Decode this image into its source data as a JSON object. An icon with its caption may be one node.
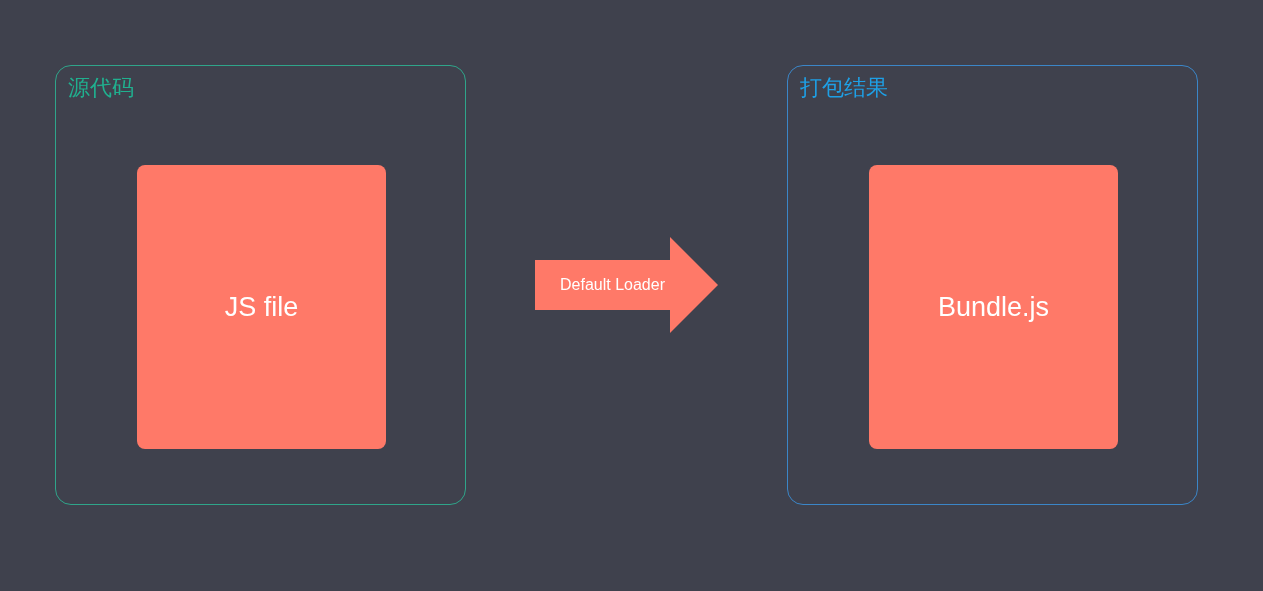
{
  "diagram": {
    "nodes": [
      {
        "text": [
          "源代码"
        ]
      },
      {
        "text": [
          "JS file"
        ],
        "in": 0
      },
      {
        "text": [
          "打包结果"
        ]
      },
      {
        "text": [
          "Bundle.js"
        ],
        "in": 2
      }
    ],
    "edges": [
      {
        "from": 0,
        "to": 2,
        "arrow": "to",
        "label": "Default Loader"
      }
    ]
  }
}
